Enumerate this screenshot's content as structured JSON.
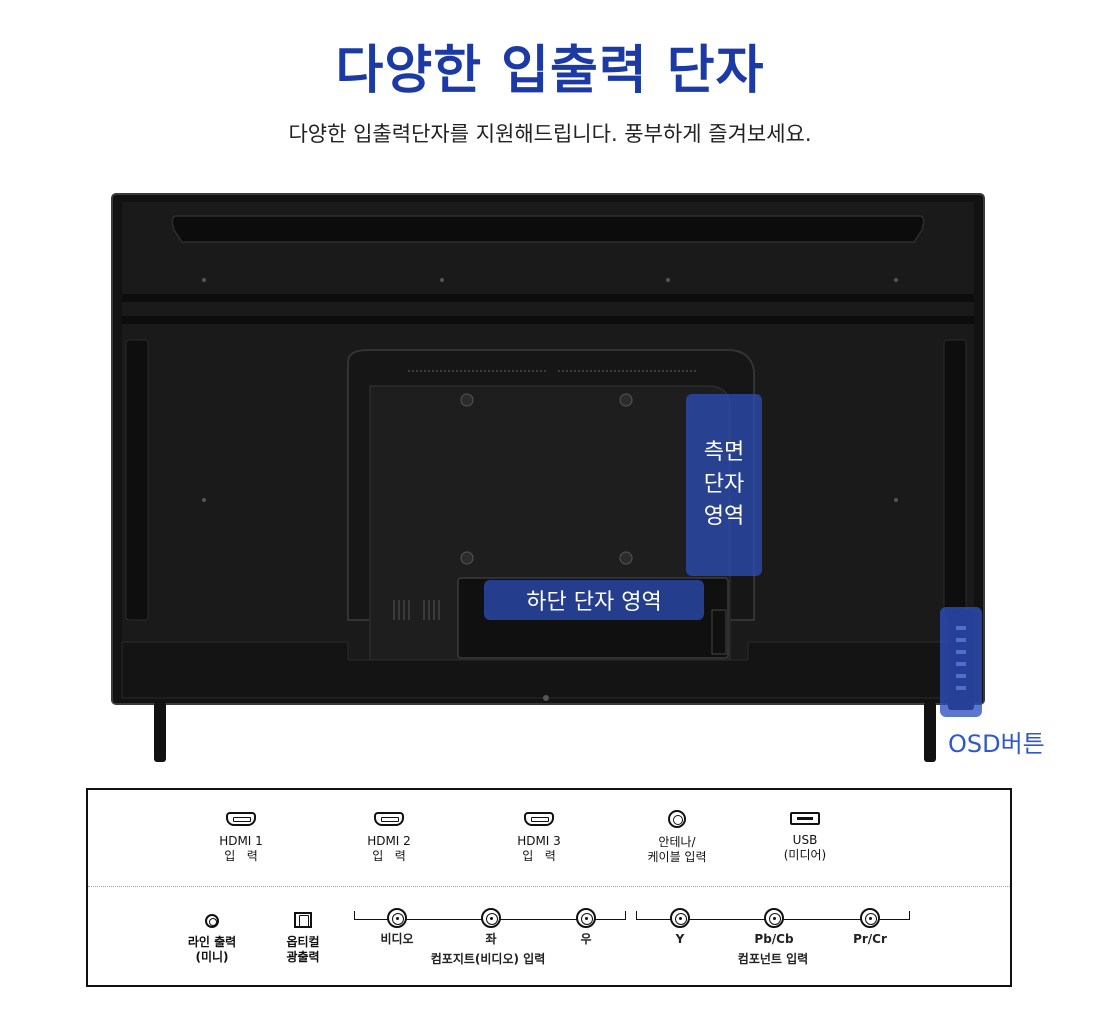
{
  "header": {
    "title": "다양한 입출력 단자",
    "subtitle": "다양한 입출력단자를 지원해드립니다. 풍부하게 즐겨보세요."
  },
  "tv": {
    "side_area_lines": [
      "측면",
      "단자",
      "영역"
    ],
    "bottom_area_label": "하단 단자 영역",
    "osd_label": "OSD버튼",
    "highlight_color": "#2d50be"
  },
  "ports_top": [
    {
      "icon": "hdmi-icon",
      "label": "HDMI 1\n입   력"
    },
    {
      "icon": "hdmi-icon",
      "label": "HDMI 2\n입   력"
    },
    {
      "icon": "hdmi-icon",
      "label": "HDMI 3\n입   력"
    },
    {
      "icon": "antenna-icon",
      "label": "안테나/\n케이블 입력"
    },
    {
      "icon": "usb-icon",
      "label": "USB\n(미디어)"
    }
  ],
  "ports_bottom": {
    "line_out": {
      "icon": "mini-jack-icon",
      "label": "라인 출력\n(미니)"
    },
    "optical": {
      "icon": "optical-icon",
      "label": "옵티컬\n광출력"
    },
    "composite": {
      "jacks": [
        "비디오",
        "좌",
        "우"
      ],
      "group_label": "컴포지트(비디오) 입력"
    },
    "component": {
      "jacks": [
        "Y",
        "Pb/Cb",
        "Pr/Cr"
      ],
      "group_label": "컴포넌트 입력"
    }
  },
  "colors": {
    "title": "#1c3aa5",
    "osd_label": "#2f58d0"
  }
}
